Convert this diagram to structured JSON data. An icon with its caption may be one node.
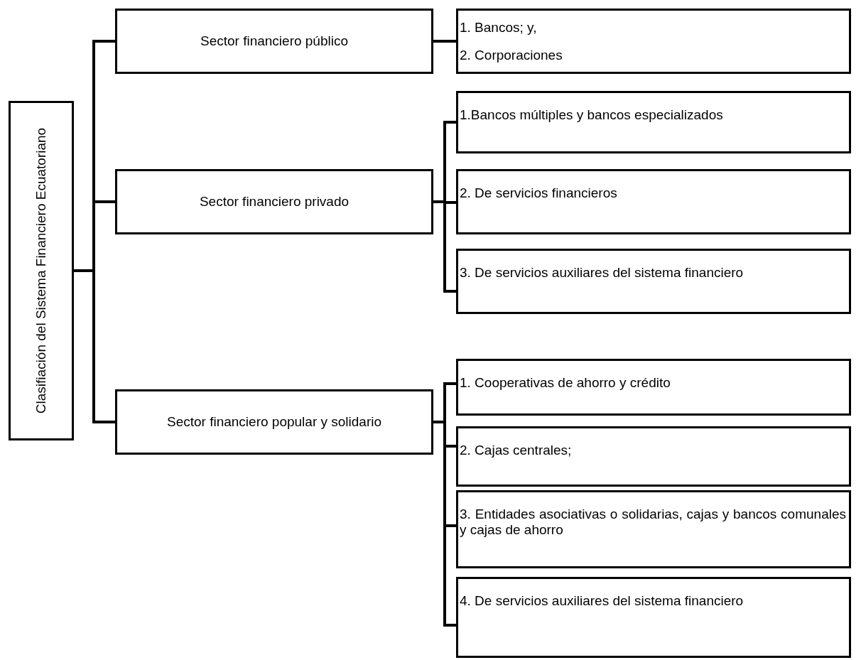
{
  "diagram": {
    "nodes": [
      {
        "text": [
          "Clasifiación del Sistema Financiero Ecuatoriano"
        ]
      },
      {
        "text": [
          "Sector financiero público"
        ]
      },
      {
        "text": [
          "1. Bancos; y,",
          "2. Corporaciones"
        ]
      },
      {
        "text": [
          "Sector financiero privado"
        ]
      },
      {
        "text": [
          "1.Bancos múltiples y bancos especializados"
        ]
      },
      {
        "text": [
          "2. De servicios financieros"
        ]
      },
      {
        "text": [
          "3. De servicios auxiliares del sistema financiero"
        ]
      },
      {
        "text": [
          "Sector financiero popular y solidario"
        ]
      },
      {
        "text": [
          "1. Cooperativas de ahorro y crédito"
        ]
      },
      {
        "text": [
          "2. Cajas centrales;"
        ]
      },
      {
        "text": [
          "3. Entidades asociativas o solidarias, cajas y bancos comunales y cajas de ahorro"
        ]
      },
      {
        "text": [
          "4. De servicios auxiliares del sistema financiero"
        ]
      }
    ],
    "edges": [
      {
        "from": 0,
        "to": 1,
        "arrow": "none"
      },
      {
        "from": 0,
        "to": 3,
        "arrow": "none"
      },
      {
        "from": 0,
        "to": 7,
        "arrow": "none"
      },
      {
        "from": 1,
        "to": 2,
        "arrow": "none"
      },
      {
        "from": 3,
        "to": 4,
        "arrow": "none"
      },
      {
        "from": 3,
        "to": 5,
        "arrow": "none"
      },
      {
        "from": 3,
        "to": 6,
        "arrow": "none"
      },
      {
        "from": 7,
        "to": 8,
        "arrow": "none"
      },
      {
        "from": 7,
        "to": 9,
        "arrow": "none"
      },
      {
        "from": 7,
        "to": 10,
        "arrow": "none"
      },
      {
        "from": 7,
        "to": 11,
        "arrow": "none"
      }
    ]
  }
}
